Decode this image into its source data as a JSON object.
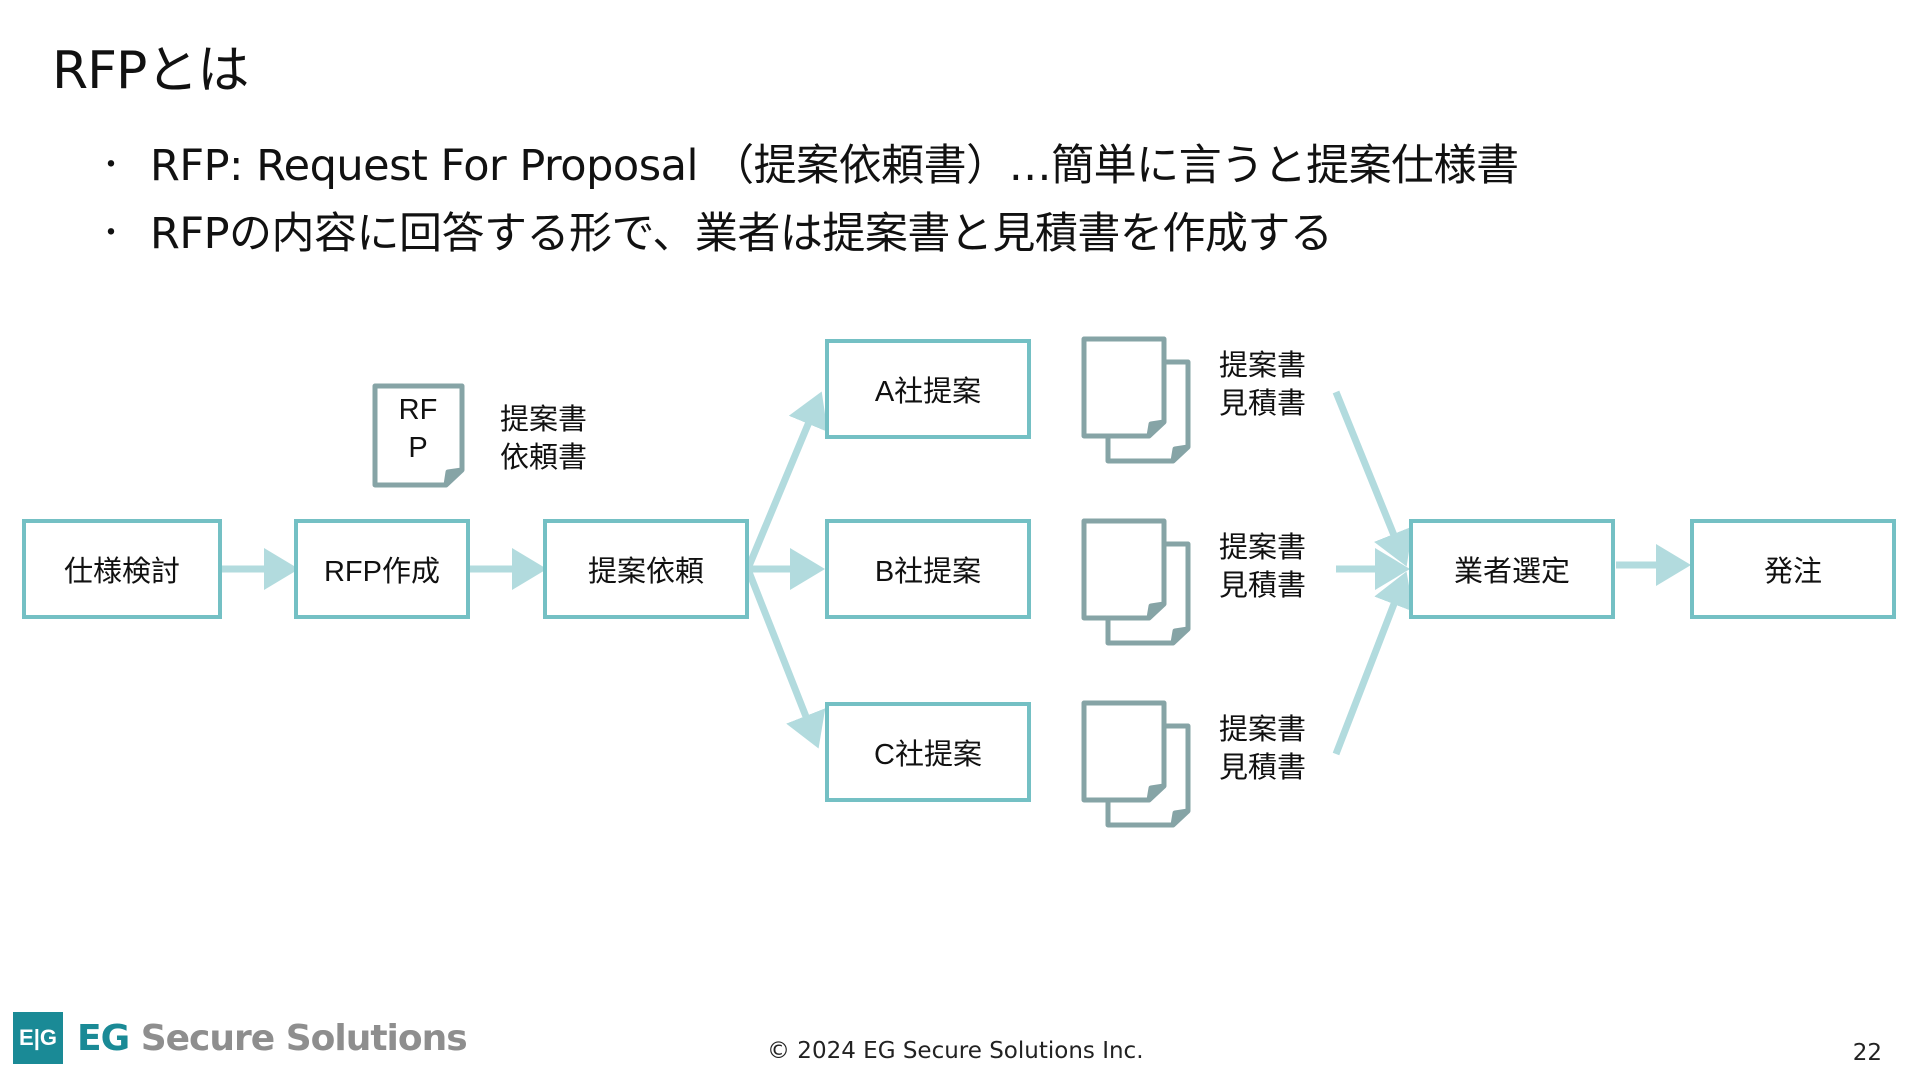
{
  "title": "RFPとは",
  "bullets": [
    "RFP: Request For Proposal （提案依頼書）…簡単に言うと提案仕様書",
    "RFPの内容に回答する形で、業者は提案書と見積書を作成する"
  ],
  "bullet_symbol": "・",
  "flow": {
    "steps": [
      "仕様検討",
      "RFP作成",
      "提案依頼",
      "A社提案",
      "B社提案",
      "C社提案",
      "業者選定",
      "発注"
    ],
    "rfp_doc": {
      "icon": "document-icon",
      "lines": [
        "RF",
        "P"
      ],
      "label": [
        "提案書",
        "依頼書"
      ]
    },
    "proposal_docs": [
      {
        "icon": "documents-icon",
        "label": [
          "提案書",
          "見積書"
        ]
      },
      {
        "icon": "documents-icon",
        "label": [
          "提案書",
          "見積書"
        ]
      },
      {
        "icon": "documents-icon",
        "label": [
          "提案書",
          "見積書"
        ]
      }
    ],
    "colors": {
      "box_border": "#74c0c4",
      "arrow": "#b2dbde",
      "doc_stroke": "#86a4a6"
    }
  },
  "footer": {
    "logo_mark": "E|G",
    "logo_brand": "EG",
    "logo_name": "Secure Solutions",
    "copyright": "© 2024 EG Secure Solutions Inc.",
    "page": "22"
  }
}
